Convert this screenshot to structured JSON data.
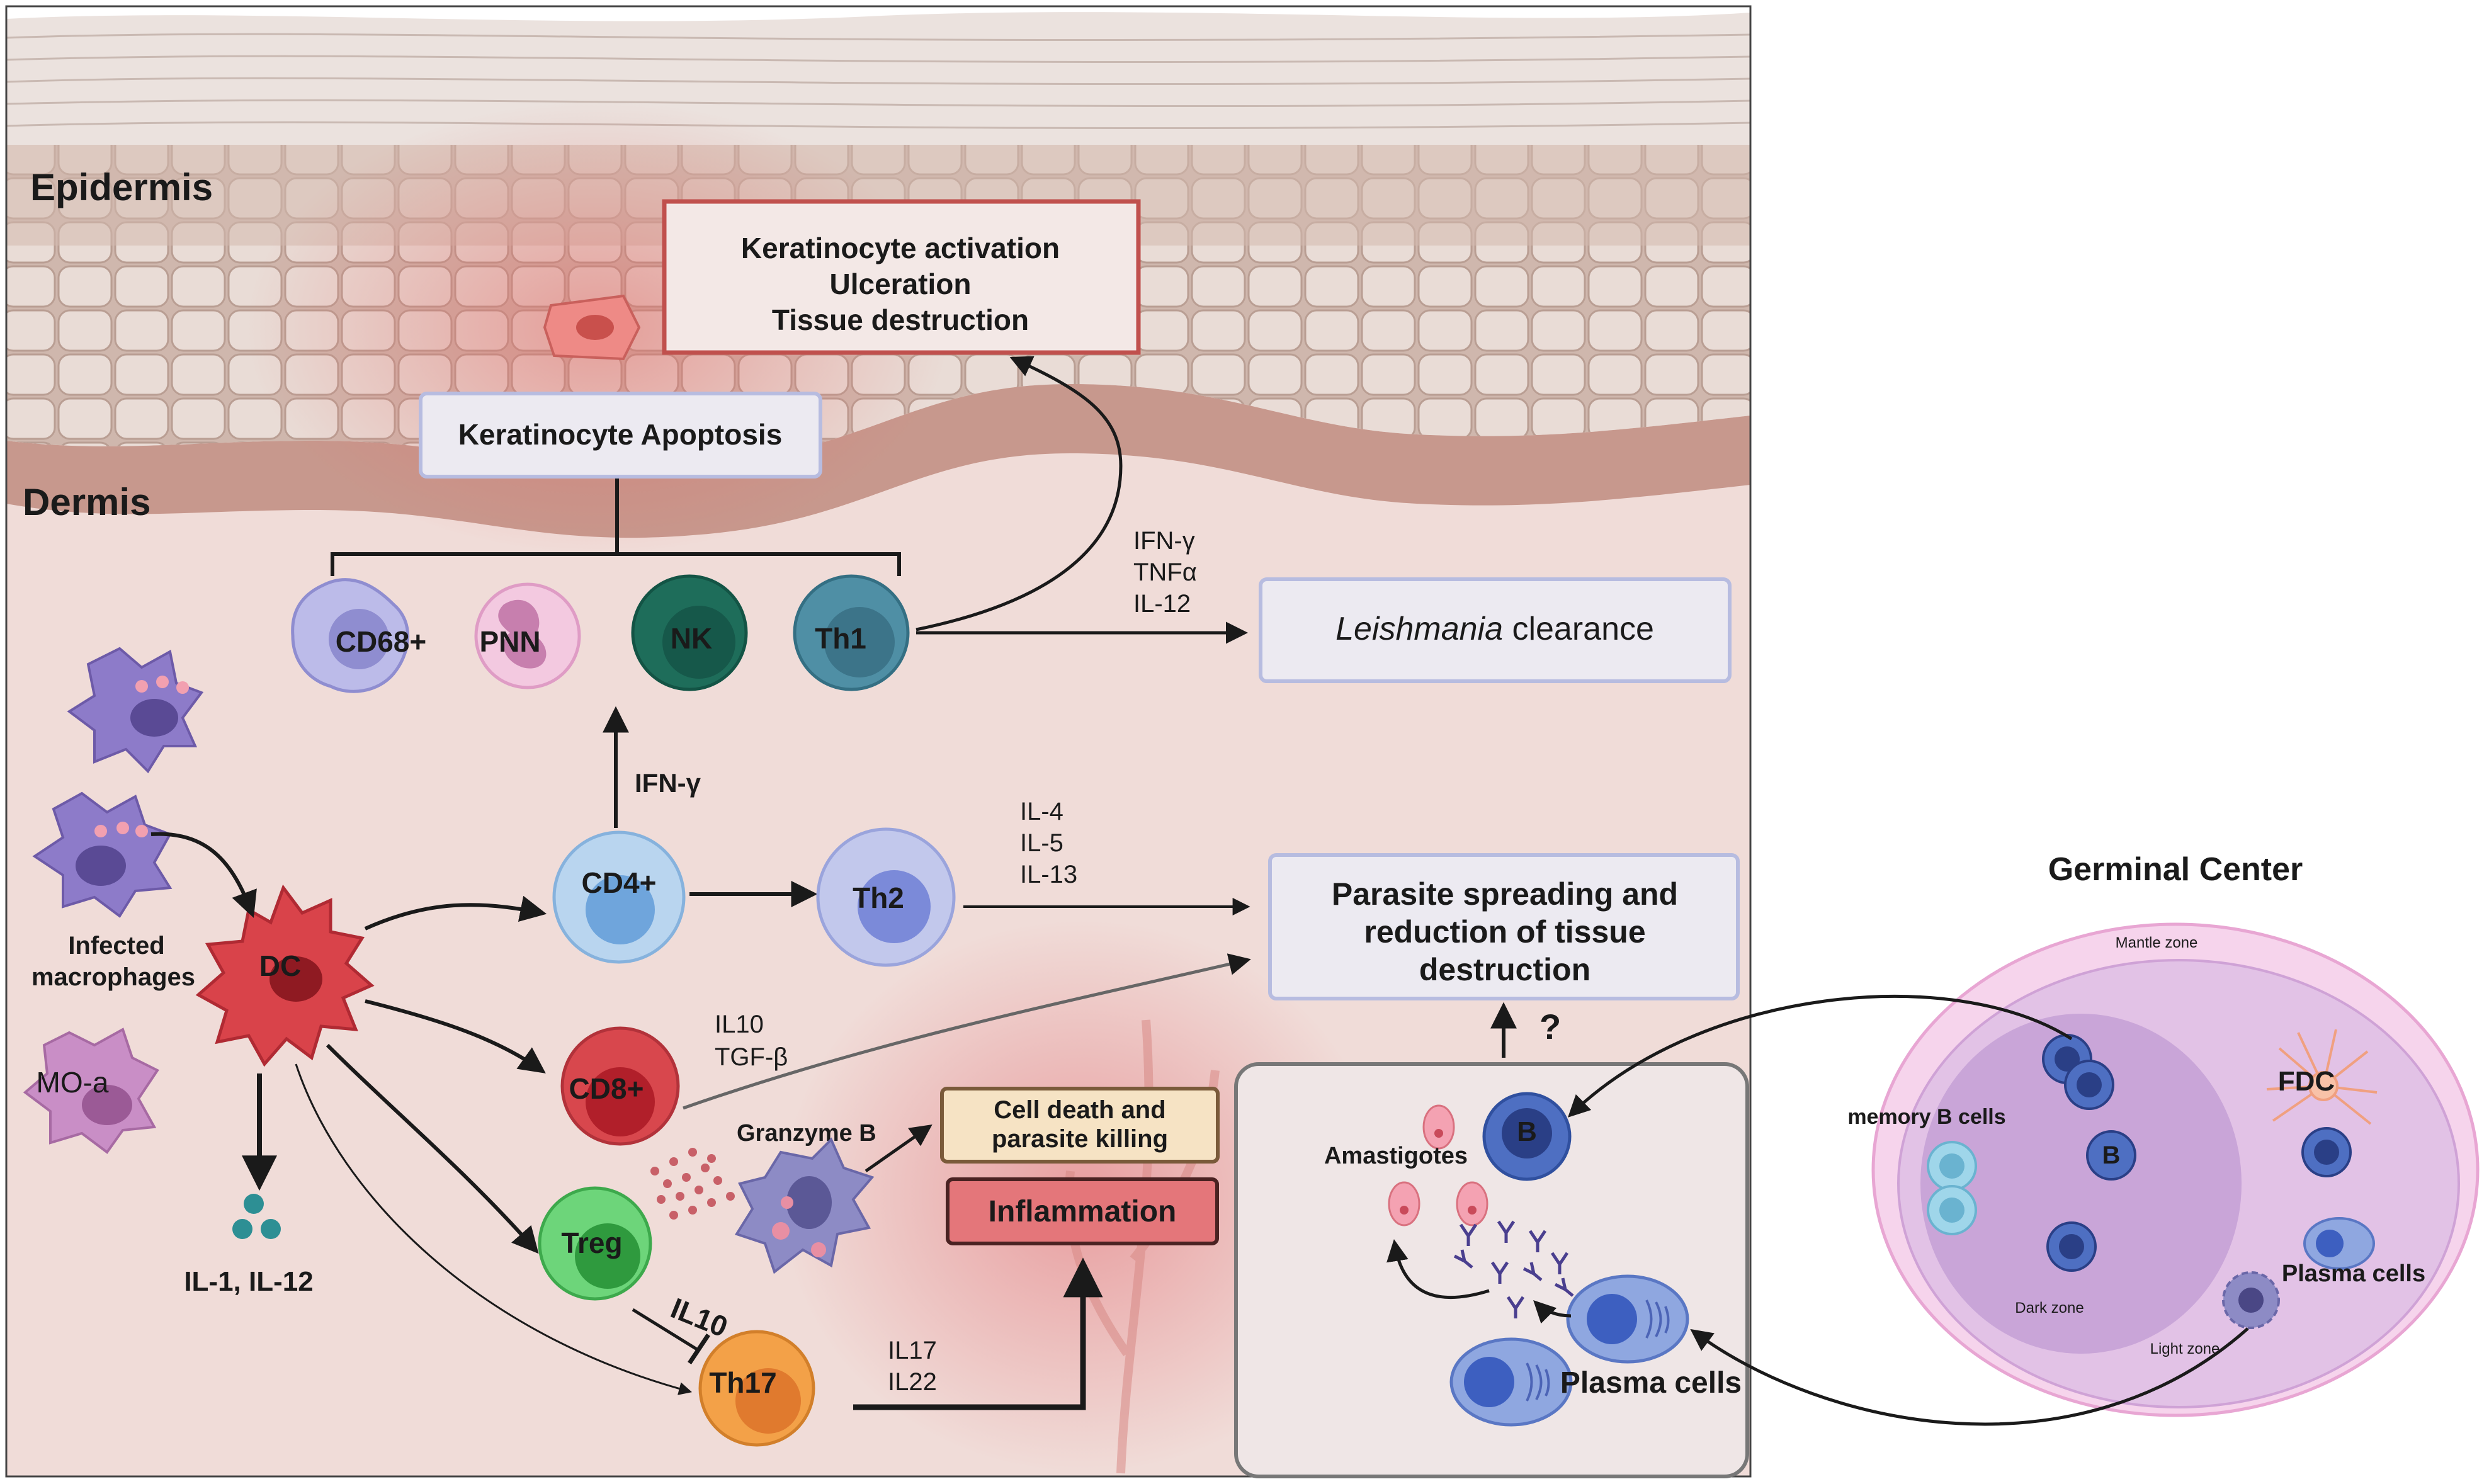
{
  "regions": {
    "epidermis": "Epidermis",
    "dermis": "Dermis",
    "germinal_center": "Germinal Center",
    "mantle_zone": "Mantle zone",
    "dark_zone": "Dark zone",
    "light_zone": "Light zone"
  },
  "boxes": {
    "keratinocyte_effects": [
      "Keratinocyte activation",
      "Ulceration",
      "Tissue destruction"
    ],
    "keratinocyte_apoptosis": "Keratinocyte Apoptosis",
    "clearance_italic": "Leishmania",
    "clearance_rest": " clearance",
    "spreading": [
      "Parasite spreading and",
      "reduction of tissue",
      "destruction"
    ],
    "cell_death": [
      "Cell death and",
      "parasite killing"
    ],
    "inflammation": "Inflammation"
  },
  "cells": {
    "cd68": "CD68+",
    "pnn": "PNN",
    "nk": "NK",
    "th1": "Th1",
    "cd4": "CD4+",
    "th2": "Th2",
    "cd8": "CD8+",
    "treg": "Treg",
    "th17": "Th17",
    "dc": "DC",
    "b": "B",
    "gc_b": "B",
    "fdc": "FDC",
    "mo_a": "MO-a"
  },
  "labels": {
    "infected_macrophages": [
      "Infected",
      "macrophages"
    ],
    "il1_il12": "IL-1, IL-12",
    "ifng_green": "IFN-γ",
    "th1_cytokines": [
      "IFN-γ",
      "TNFα",
      "IL-12"
    ],
    "th2_cytokines": [
      "IL-4",
      "IL-5",
      "IL-13"
    ],
    "cd8_cytokines": [
      "IL10",
      "TGF-β"
    ],
    "granzyme": "Granzyme B",
    "treg_il10": "IL10",
    "th17_cytokines": [
      "IL17",
      "IL22"
    ],
    "amastigotes": "Amastigotes",
    "plasma_cells": "Plasma cells",
    "question": "?",
    "memory_b": "memory B cells",
    "gc_plasma": "Plasma cells"
  },
  "colors": {
    "skin_top": "#e8dcd6",
    "epidermis": "#c8ada3",
    "dermis": "#f0dcd8",
    "alert_red": "#c0504d",
    "green_label": "#2e6b3a",
    "germinal_outer": "#f4cde6",
    "germinal_inner": "#d9b3dc"
  }
}
